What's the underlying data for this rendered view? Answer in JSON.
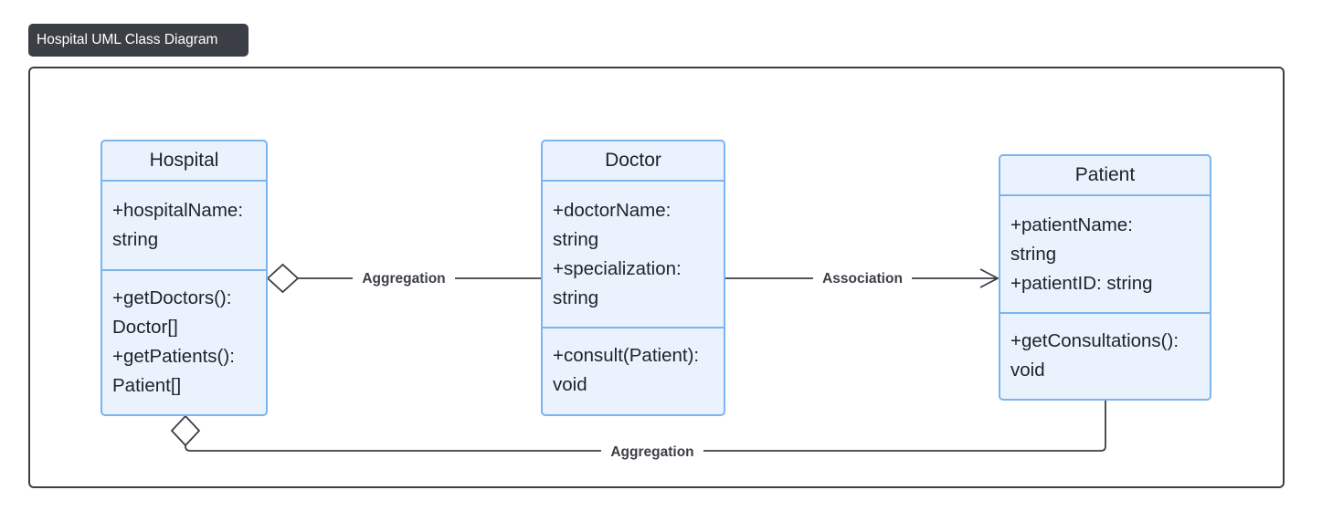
{
  "diagram": {
    "title": "Hospital UML Class Diagram",
    "classes": {
      "hospital": {
        "name": "Hospital",
        "attributes": [
          "+hospitalName:",
          "string"
        ],
        "methods": [
          "+getDoctors():",
          "Doctor[]",
          "+getPatients():",
          "Patient[]"
        ]
      },
      "doctor": {
        "name": "Doctor",
        "attributes": [
          "+doctorName:",
          "string",
          "+specialization:",
          "string"
        ],
        "methods": [
          "+consult(Patient):",
          "void"
        ]
      },
      "patient": {
        "name": "Patient",
        "attributes": [
          "+patientName:",
          "string",
          "+patientID: string"
        ],
        "methods": [
          "+getConsultations():",
          "void"
        ]
      }
    },
    "relations": {
      "hospital_doctor": "Aggregation",
      "doctor_patient": "Association",
      "hospital_patient": "Aggregation"
    }
  },
  "colors": {
    "class_fill": "#eaf2fd",
    "class_border": "#7cb4ef",
    "edge": "#3b3f45",
    "title_bg": "#3b3f45"
  }
}
